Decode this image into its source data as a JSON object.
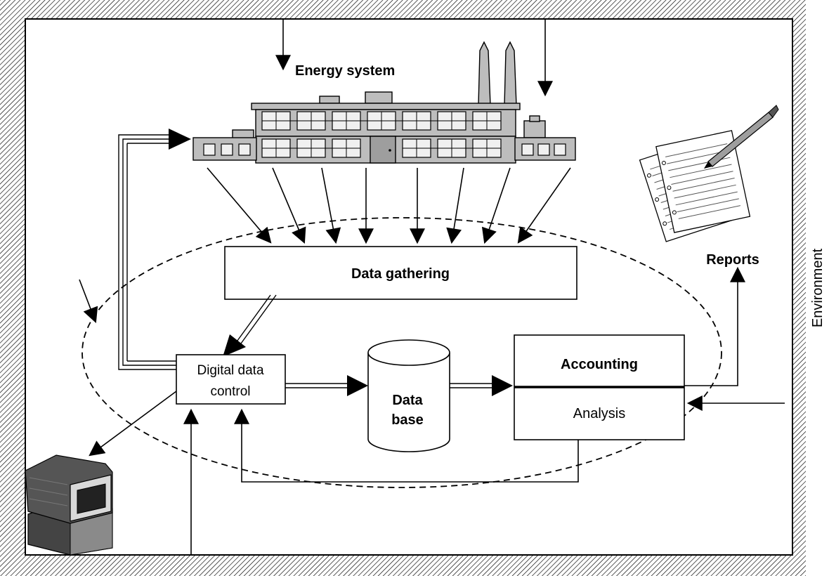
{
  "labels": {
    "energy_system": "Energy system",
    "data_gathering": "Data gathering",
    "digital_data_control_line1": "Digital data",
    "digital_data_control_line2": "control",
    "database_line1": "Data",
    "database_line2": "base",
    "accounting": "Accounting",
    "analysis": "Analysis",
    "reports": "Reports",
    "environment": "Environment"
  },
  "icons": {
    "factory": "factory-icon",
    "reports": "reports-document-icon",
    "computer": "computer-terminal-icon"
  },
  "colors": {
    "border_hatch": "#000000",
    "stroke": "#000000",
    "factory_fill": "#bdbdbd",
    "background": "#ffffff"
  }
}
